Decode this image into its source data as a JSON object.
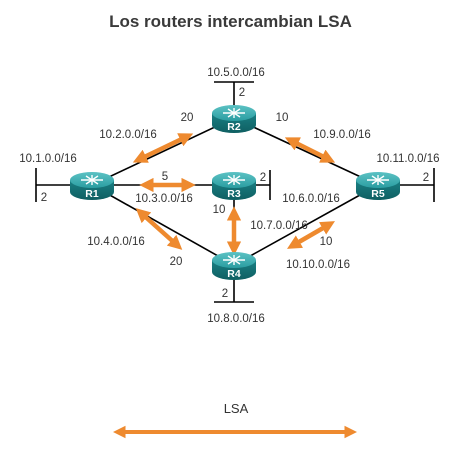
{
  "title": "Los routers intercambian LSA",
  "routers": {
    "r1": {
      "name": "R1"
    },
    "r2": {
      "name": "R2"
    },
    "r3": {
      "name": "R3"
    },
    "r4": {
      "name": "R4"
    },
    "r5": {
      "name": "R5"
    }
  },
  "networks": {
    "n1": "10.1.0.0/16",
    "n2": "10.2.0.0/16",
    "n3": "10.3.0.0/16",
    "n4": "10.4.0.0/16",
    "n5": "10.5.0.0/16",
    "n6": "10.6.0.0/16",
    "n7": "10.7.0.0/16",
    "n8": "10.8.0.0/16",
    "n9": "10.9.0.0/16",
    "n10": "10.10.0.0/16",
    "n11": "10.11.0.0/16"
  },
  "costs": {
    "r1_lan": "2",
    "r2_lan": "2",
    "r3_lan": "2",
    "r4_lan": "2",
    "r5_lan": "2",
    "r1_r2": "20",
    "r2_r5": "10",
    "r1_r3": "5",
    "r3_r4": "10",
    "r1_r4": "20",
    "r4_r5": "10"
  },
  "legend": {
    "label": "LSA"
  },
  "colors": {
    "lsa_arrow": "#ee8a2f",
    "router": "#1e8e92",
    "link": "#000000"
  }
}
